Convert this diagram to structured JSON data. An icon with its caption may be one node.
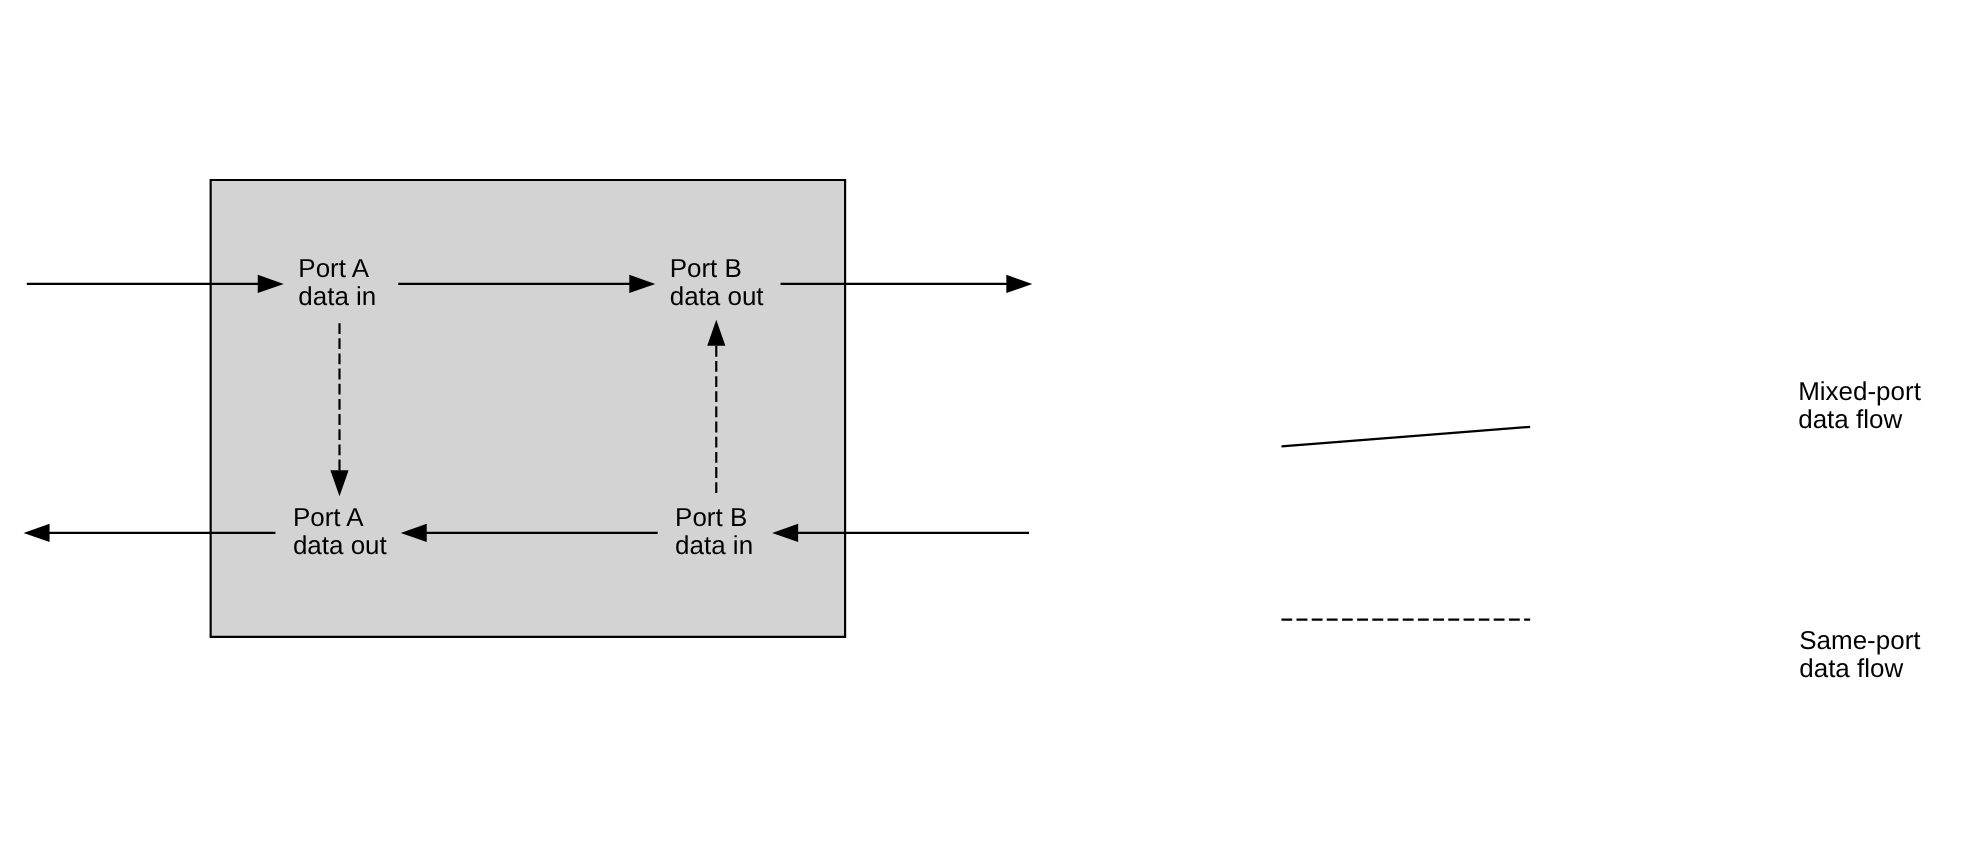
{
  "diagram": {
    "nodes": [
      {
        "text": [],
        "shape": "box"
      },
      {
        "text": [
          "Port A data in"
        ],
        "in": 0
      },
      {
        "text": [
          "Port B data in"
        ],
        "in": 0
      },
      {
        "text": [
          "Port A data out"
        ],
        "in": 0
      },
      {
        "text": [
          "Port B data out"
        ],
        "in": 0
      }
    ],
    "edges": [
      {
        "from": null,
        "to": 1,
        "arrow": "to"
      },
      {
        "from": null,
        "to": 2,
        "arrow": "to"
      },
      {
        "from": 1,
        "to": 3,
        "arrow": "to",
        "style": "dashed"
      },
      {
        "from": 1,
        "to": 4,
        "arrow": "to"
      },
      {
        "from": 2,
        "to": 3,
        "arrow": "to"
      },
      {
        "from": 2,
        "to": 4,
        "arrow": "to",
        "style": "dashed"
      },
      {
        "from": 3,
        "to": null,
        "arrow": "to"
      },
      {
        "from": 4,
        "to": null,
        "arrow": "to"
      }
    ],
    "legend": [
      {
        "text": "Mixed-port data flow"
      },
      {
        "text": "Same-port data flow"
      }
    ]
  }
}
